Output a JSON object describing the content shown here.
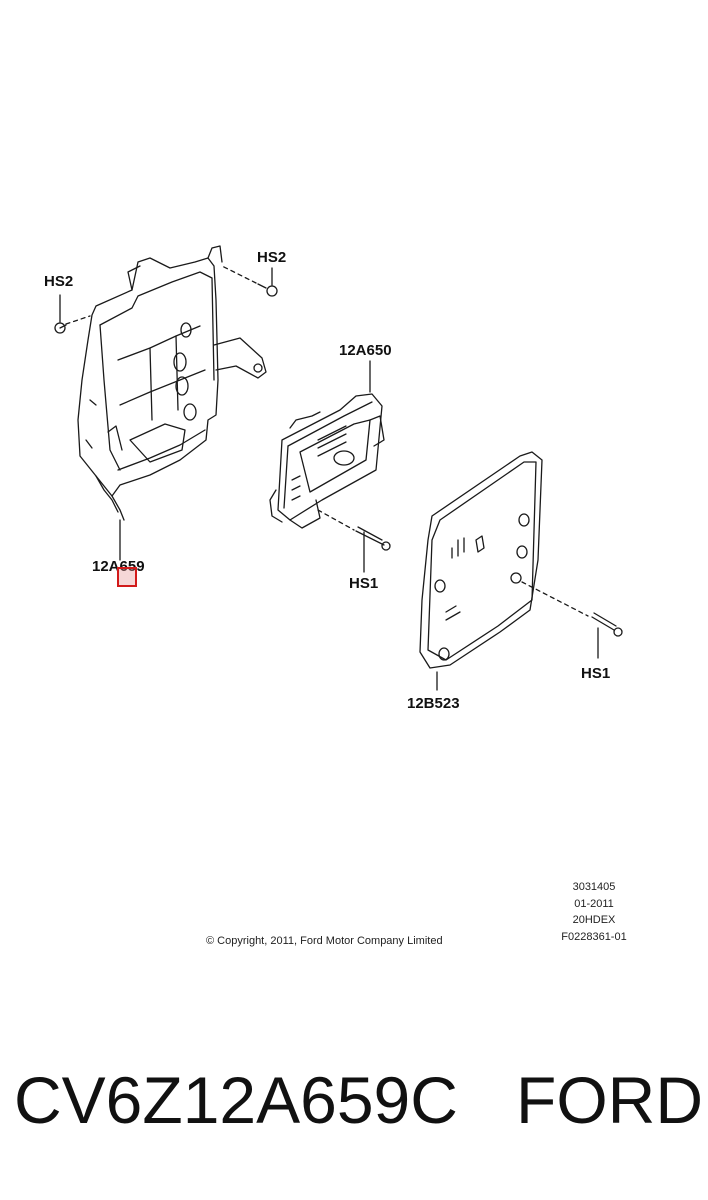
{
  "callouts": {
    "hs2_left": "HS2",
    "hs2_top": "HS2",
    "ecu": "12A650",
    "bracket": "12A659",
    "hs1_center": "HS1",
    "hs1_right": "HS1",
    "cover": "12B523"
  },
  "copyright": "© Copyright, 2011, Ford Motor Company Limited",
  "reference": {
    "line1": "3031405",
    "line2": "01-2011",
    "line3": "20HDEX",
    "line4": "F0228361-01"
  },
  "footer": {
    "part_number": "CV6Z12A659C",
    "brand": "FORD"
  },
  "colors": {
    "line_art": "#1a1a1a",
    "highlight": "#d21a1a"
  }
}
